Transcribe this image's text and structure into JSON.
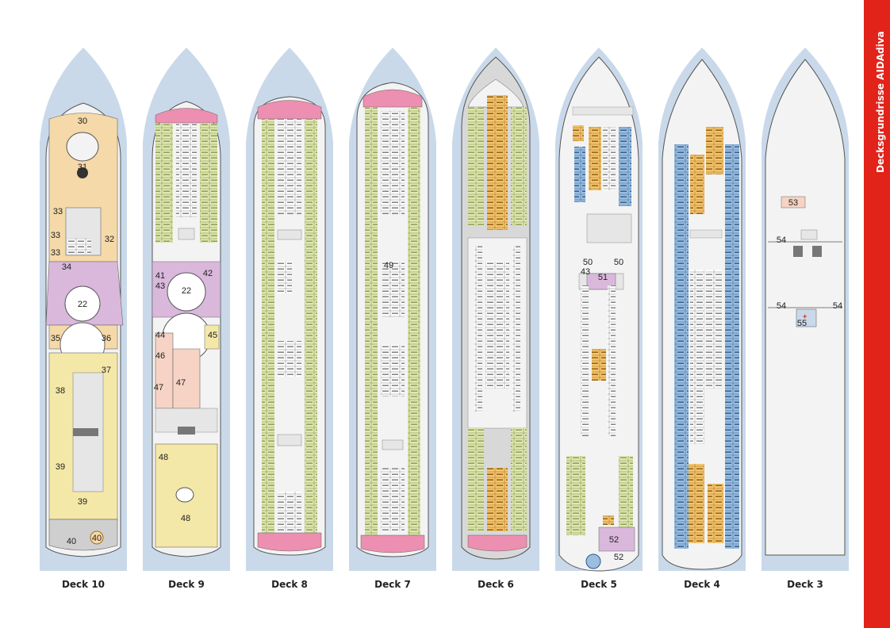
{
  "title": "Decksgrundrisse AIDAdiva",
  "colors": {
    "sea": "#c9d9ea",
    "hull": "#f3f3f3",
    "outline": "#555555",
    "corridor": "#e6e6e6",
    "sunDeck": "#f5d9a8",
    "pool": "#d9b8dc",
    "lounge": "#f4e8a8",
    "cabinGreen": "#dfe8b4",
    "cabinOrange": "#f4c46e",
    "cabinBlue": "#9bbde0",
    "suitePink": "#ec8fb0",
    "spa": "#f6d3c4",
    "accent": "#e2231a"
  },
  "decks": [
    {
      "label": "Deck 10",
      "areas": [
        "30",
        "31",
        "33",
        "32",
        "33",
        "33",
        "34",
        "22",
        "35",
        "36",
        "37",
        "38",
        "39",
        "39",
        "40",
        "40"
      ]
    },
    {
      "label": "Deck 9",
      "areas": [
        "41",
        "42",
        "43",
        "22",
        "44",
        "45",
        "46",
        "47",
        "47",
        "48",
        "48"
      ]
    },
    {
      "label": "Deck 8",
      "areas": []
    },
    {
      "label": "Deck 7",
      "areas": [
        "49"
      ]
    },
    {
      "label": "Deck 6",
      "areas": []
    },
    {
      "label": "Deck 5",
      "areas": [
        "50",
        "50",
        "43",
        "51",
        "52",
        "52"
      ]
    },
    {
      "label": "Deck 4",
      "areas": []
    },
    {
      "label": "Deck 3",
      "areas": [
        "53",
        "54",
        "54",
        "54",
        "55"
      ]
    }
  ]
}
